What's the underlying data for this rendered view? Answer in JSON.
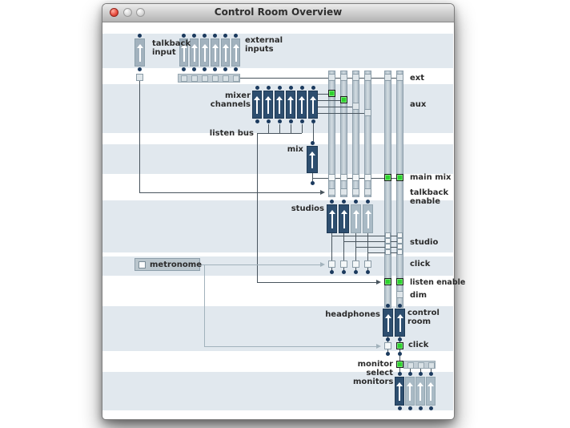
{
  "window": {
    "title": "Control Room Overview",
    "buttons": [
      "close",
      "minimize",
      "zoom"
    ]
  },
  "labels": {
    "talkback_input": "talkback\ninput",
    "external_inputs": "external\ninputs",
    "mixer_channels": "mixer\nchannels",
    "listen_bus": "listen bus",
    "mix": "mix",
    "studios": "studios",
    "metronome": "metronome",
    "headphones": "headphones",
    "control_room": "control\nroom",
    "monitor_select": "monitor select",
    "monitors": "monitors",
    "ext": "ext",
    "aux": "aux",
    "main_mix": "main mix",
    "talkback_enable": "talkback\nenable",
    "studio": "studio",
    "click_studio": "click",
    "listen_enable": "listen enable",
    "dim": "dim",
    "click_control_room": "click",
    "monitor_select_row": "monitor select"
  },
  "routing_states": {
    "aux_sends": [
      "on",
      "on",
      "off",
      "off"
    ],
    "ext_taps": [
      "neutral",
      "neutral",
      "neutral",
      "neutral",
      "neutral",
      "neutral"
    ],
    "main_mix_taps_aux": [
      "off",
      "off",
      "off",
      "off"
    ],
    "main_mix_to_phones": "on",
    "main_mix_to_control_room": "on",
    "talkback_enable": [
      "off",
      "off",
      "off",
      "off"
    ],
    "studios_active": [
      "on",
      "on",
      "off",
      "off"
    ],
    "studio_click": [
      "off",
      "off",
      "off",
      "off"
    ],
    "listen_enable_phones": "on",
    "listen_enable_control_room": "on",
    "dim": "off",
    "click_headphones": "off",
    "click_control_room": "on",
    "metronome_checked": "off",
    "monitor_select": [
      "on",
      "off",
      "off",
      "off"
    ],
    "monitors_active": [
      "on",
      "off",
      "off",
      "off"
    ]
  },
  "colors": {
    "active_switch": "#2ed22e",
    "fader_active": "#2d4e6f",
    "fader_inactive": "#a9bac5",
    "stripe": "#e1e8ee",
    "wire_dark": "#49555e",
    "wire_light": "#a2b2bc",
    "close_button_red": "#ea5244"
  }
}
